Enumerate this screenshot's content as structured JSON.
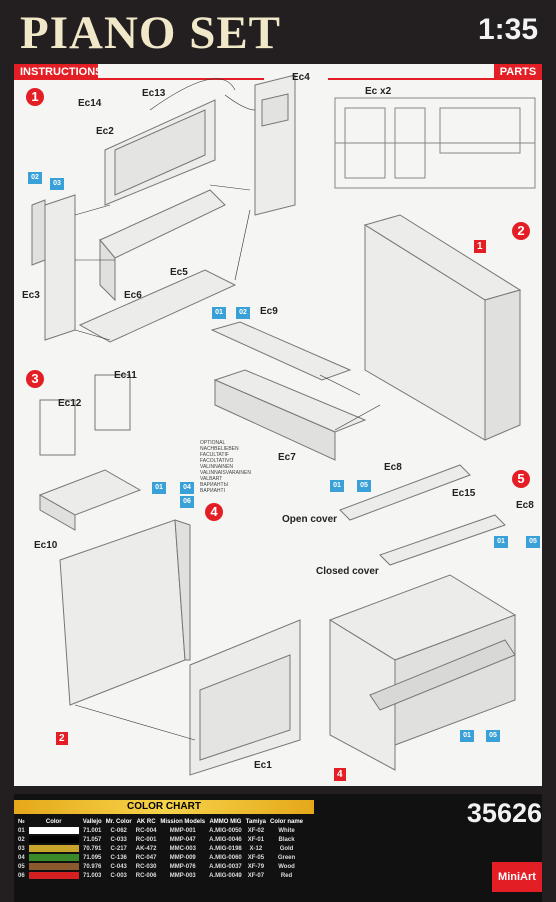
{
  "header": {
    "title": "PIANO SET",
    "scale": "1:35"
  },
  "sections": {
    "instructions": "INSTRUCTIONS",
    "parts": "PARTS"
  },
  "steps": [
    "1",
    "2",
    "3",
    "4",
    "5"
  ],
  "parts_sprue": "Ec x2",
  "labels": {
    "ec14": "Ec14",
    "ec13": "Ec13",
    "ec4": "Ec4",
    "ec2": "Ec2",
    "ec3": "Ec3",
    "ec6": "Ec6",
    "ec5": "Ec5",
    "ec9": "Ec9",
    "ec7": "Ec7",
    "ec11": "Ec11",
    "ec12": "Ec12",
    "ec10": "Ec10",
    "ec8a": "Ec8",
    "ec15": "Ec15",
    "ec8b": "Ec8",
    "ec1": "Ec1",
    "open_cover": "Open cover",
    "closed_cover": "Closed cover"
  },
  "subassembly_refs": {
    "s1": "1",
    "s2": "2",
    "s4": "4"
  },
  "paint_codes": [
    "02",
    "03",
    "01",
    "02",
    "01",
    "04",
    "06",
    "01",
    "05",
    "01",
    "05",
    "01",
    "05"
  ],
  "optional_text": [
    "OPTIONAL",
    "NACHBELIEBEN",
    "FACULTATIF",
    "FACOLTATIVO",
    "VALINNAINEN",
    "VALINNAISVARAINEN",
    "VALBART",
    "BAPИAHTЫ",
    "BAPИAHTI"
  ],
  "color_chart": {
    "title": "COLOR CHART",
    "headers": [
      "№",
      "Color",
      "Vallejo",
      "Mr. Color",
      "AK RC",
      "Mission Models",
      "AMMO MIG",
      "Tamiya",
      "Color name"
    ],
    "rows": [
      {
        "n": "01",
        "hex": "#ffffff",
        "vallejo": "71.001",
        "mrcolor": "C-062",
        "akrc": "RC-004",
        "mission": "MMP-001",
        "ammo": "A.MIG-0050",
        "tamiya": "XF-02",
        "name": "White"
      },
      {
        "n": "02",
        "hex": "#000000",
        "vallejo": "71.057",
        "mrcolor": "C-033",
        "akrc": "RC-001",
        "mission": "MMP-047",
        "ammo": "A.MIG-0046",
        "tamiya": "XF-01",
        "name": "Black"
      },
      {
        "n": "03",
        "hex": "#c9a42a",
        "vallejo": "70.791",
        "mrcolor": "C-217",
        "akrc": "AK-472",
        "mission": "MMC-003",
        "ammo": "A.MIG-0198",
        "tamiya": "X-12",
        "name": "Gold"
      },
      {
        "n": "04",
        "hex": "#3a8a2a",
        "vallejo": "71.095",
        "mrcolor": "C-136",
        "akrc": "RC-047",
        "mission": "MMP-009",
        "ammo": "A.MIG-0060",
        "tamiya": "XF-05",
        "name": "Green"
      },
      {
        "n": "05",
        "hex": "#8a5a2e",
        "vallejo": "70.976",
        "mrcolor": "C-043",
        "akrc": "RC-030",
        "mission": "MMP-076",
        "ammo": "A.MIG-0037",
        "tamiya": "XF-79",
        "name": "Wood"
      },
      {
        "n": "06",
        "hex": "#d42020",
        "vallejo": "71.003",
        "mrcolor": "C-003",
        "akrc": "RC-006",
        "mission": "MMP-003",
        "ammo": "A.MIG-0049",
        "tamiya": "XF-07",
        "name": "Red"
      }
    ]
  },
  "product_number": "35626",
  "brand": "MiniArt"
}
